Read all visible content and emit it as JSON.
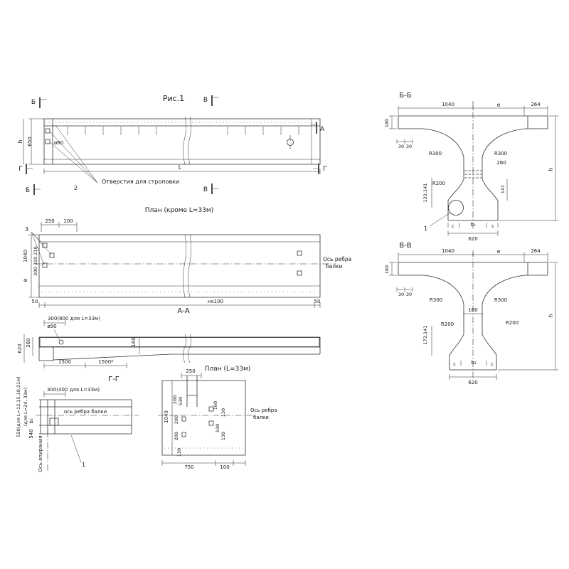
{
  "figure_title": "Рис.1",
  "elevation": {
    "mark_b_top": "Б",
    "mark_v_top": "В",
    "mark_a": "А",
    "mark_g_left": "Г",
    "mark_g_right": "Г",
    "mark_b_bottom": "Б",
    "mark_v_bottom": "В",
    "dim_650": "650",
    "dim_h": "h",
    "dim_d60": "ø60",
    "dim_L": "L",
    "callout_2": "2",
    "note_holes": "Отверстия для строповки"
  },
  "plan_main": {
    "title": "План (кроме L=33м)",
    "callout_3": "3",
    "dim_250": "250",
    "dim_100": "100",
    "dim_1040": "1040",
    "dim_stack": "200 310 210",
    "dim_e": "e",
    "axis_line1": "Ось ребра",
    "axis_line2": "балки",
    "dim_nx100": "нх100",
    "dim_50_left": "50",
    "dim_50_right": "50"
  },
  "section_aa": {
    "title": "А-А",
    "note_300": "300(800 для L=33м)",
    "dim_d90": "ø90",
    "dim_160": "160",
    "dim_620": "620",
    "dim_260": "260",
    "dim_1500": "1500",
    "dim_1500s": "1500*"
  },
  "section_gg": {
    "title": "Г-Г",
    "note_300": "300(400 для L=33м)",
    "note_550": "550(для L=12,15,18,21м)",
    "note_l24": "(для L=24, 33м)",
    "axis_label": "ось ребра балки",
    "dim_b2": "b₂",
    "dim_540": "540",
    "axis_bearing": "Ось опирания",
    "callout_1": "1"
  },
  "plan_33": {
    "title": "План (L=33м)",
    "dim_250": "250",
    "dim_1040": "1040",
    "left_dims": [
      "200",
      "530",
      "200",
      "200",
      "120"
    ],
    "right_dims": [
      "160",
      "130",
      "190",
      "130"
    ],
    "axis_line1": "Ось ребра",
    "axis_line2": "балки",
    "dim_750": "750",
    "dim_100": "100"
  },
  "section_bb": {
    "title": "Б-Б",
    "dim_1040": "1040",
    "dim_e": "e",
    "dim_264": "264",
    "dim_180": "180",
    "dim_30a": "30",
    "dim_30b": "30",
    "r300_left": "R300",
    "r300_right": "R300",
    "dim_260": "260",
    "r200_left": "R200",
    "dim_141": "141",
    "dim_122_141": "122,141",
    "callout_1": "1",
    "dim_c_left": "c",
    "dim_b2": "b₂",
    "dim_c_right": "c",
    "dim_620": "620",
    "dim_h": "h"
  },
  "section_vv": {
    "title": "В-В",
    "dim_1040": "1040",
    "dim_e": "e",
    "dim_264": "264",
    "dim_180": "180",
    "dim_30a": "30",
    "dim_30b": "30",
    "r300_left": "R300",
    "r300_right": "R300",
    "dim_160": "160",
    "r200_left": "R200",
    "r200_right": "R200",
    "dim_172_141": "172,141",
    "dim_c_left": "c",
    "dim_b2": "b₂",
    "dim_c_right": "c",
    "dim_620": "620",
    "dim_h": "h"
  }
}
